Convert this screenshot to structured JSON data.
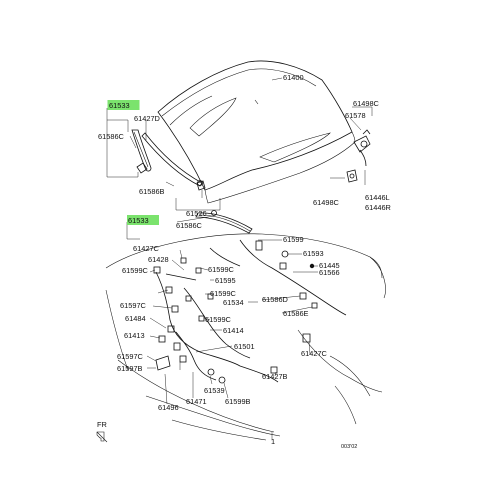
{
  "highlight_color": "#7be36d",
  "labels": {
    "p61400": "61400",
    "p61533_a": "61533",
    "p61427d": "61427D",
    "p61586c_a": "61586C",
    "p61586b": "61586B",
    "p61526": "61526",
    "p61498c_a": "61498C",
    "p61578": "61578",
    "p61498c_b": "61498C",
    "p61446l": "61446L",
    "p61446r": "61446R",
    "p61533_b": "61533",
    "p61586c_b": "61586C",
    "p61427c_a": "61427C",
    "p61428": "61428",
    "p61599_a": "61599",
    "p61593": "61593",
    "p61445": "61445",
    "p61566": "61566",
    "p61599c_a": "61599C",
    "p61599c_b": "61599C",
    "p61595": "61595",
    "p61599c_c": "61599C",
    "p61534": "61534",
    "p61586d": "61586D",
    "p61586e": "61586E",
    "p61597c_a": "61597C",
    "p61599c_d": "61599C",
    "p61484": "61484",
    "p61414": "61414",
    "p61413": "61413",
    "p61501": "61501",
    "p61427c_b": "61427C",
    "p61597c_b": "61597C",
    "p61597b": "61597B",
    "p61539": "61539",
    "p61427b": "61427B",
    "p61471": "61471",
    "p61599b": "61599B",
    "p61496": "61496",
    "p1": "1",
    "fr": "FR",
    "code": "003'02"
  }
}
